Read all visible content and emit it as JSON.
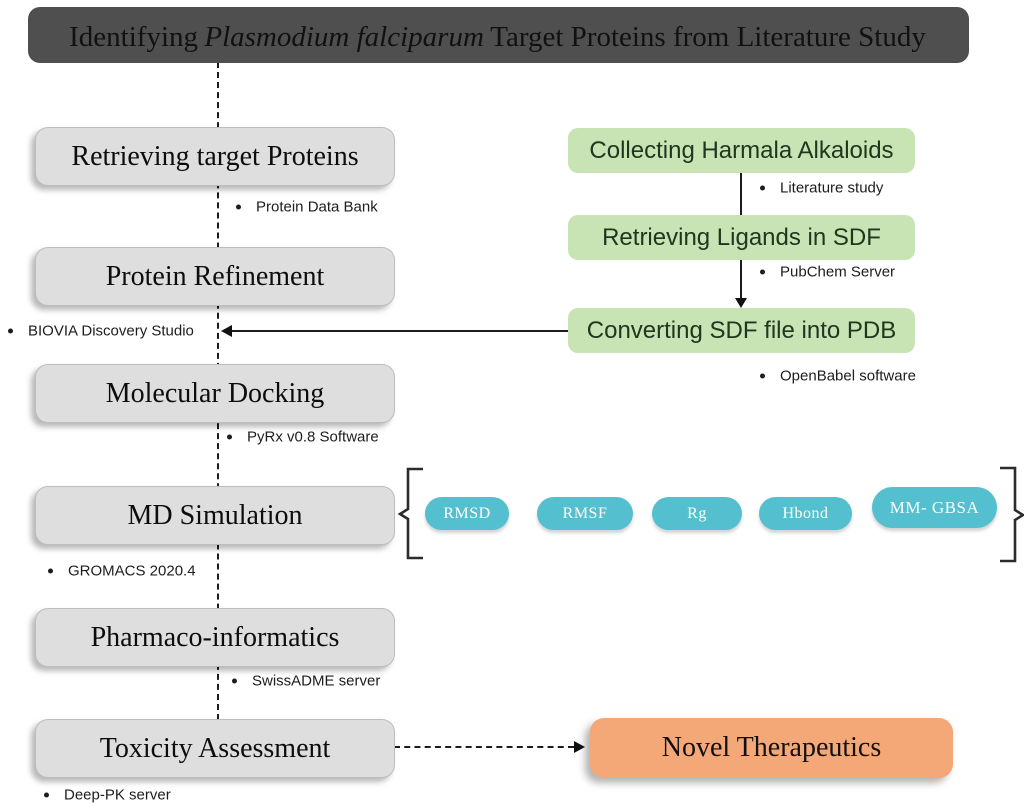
{
  "title": {
    "pre": "Identifying",
    "species": "Plasmodium falciparum",
    "post": "Target Proteins from Literature Study"
  },
  "left_steps": [
    {
      "label": "Retrieving target Proteins",
      "tool": "Protein Data Bank"
    },
    {
      "label": "Protein Refinement",
      "tool": "BIOVIA Discovery Studio"
    },
    {
      "label": "Molecular Docking",
      "tool": "PyRx v0.8 Software"
    },
    {
      "label": "MD Simulation",
      "tool": "GROMACS 2020.4"
    },
    {
      "label": "Pharmaco-informatics",
      "tool": "SwissADME server"
    },
    {
      "label": "Toxicity Assessment",
      "tool": "Deep-PK server"
    }
  ],
  "right_steps": [
    {
      "label": "Collecting Harmala Alkaloids",
      "tool": "Literature study"
    },
    {
      "label": "Retrieving Ligands in SDF",
      "tool": "PubChem Server"
    },
    {
      "label": "Converting SDF file into PDB",
      "tool": "OpenBabel software"
    }
  ],
  "md_metrics": [
    "RMSD",
    "RMSF",
    "Rg",
    "Hbond",
    "MM- GBSA"
  ],
  "outcome": {
    "label": "Novel Therapeutics"
  },
  "colors": {
    "banner_orange": "#f4a777",
    "step_grey": "#dedede",
    "ligand_green": "#c9e4b4",
    "metric_teal": "#54c0cf",
    "shadow_dark": "#4f4f4f"
  }
}
